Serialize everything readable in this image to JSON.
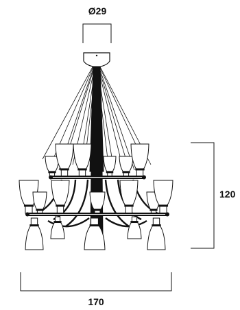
{
  "dimensions": {
    "canopy_diameter": "Ø29",
    "height": "120",
    "width": "170"
  },
  "colors": {
    "line": "#111111",
    "glass_fill": "#ffffff",
    "background": "#ffffff"
  }
}
